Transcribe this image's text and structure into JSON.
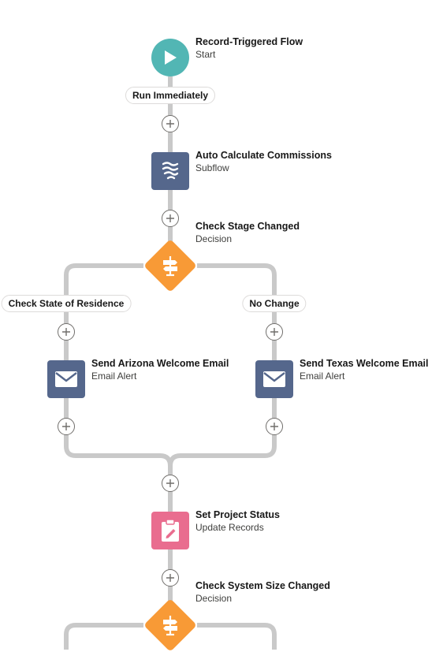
{
  "colors": {
    "connector": "#c9c9c9",
    "start": "#52b6b4",
    "subflow": "#55678c",
    "email_alert": "#55678c",
    "update_records": "#e96d8f",
    "decision": "#f89a36"
  },
  "nodes": {
    "start": {
      "title": "Record-Triggered Flow",
      "subtitle": "Start",
      "icon": "play-icon"
    },
    "subflow": {
      "title": "Auto Calculate Commissions",
      "subtitle": "Subflow",
      "icon": "subflow-icon"
    },
    "decision_stage": {
      "title": "Check Stage Changed",
      "subtitle": "Decision",
      "icon": "decision-icon"
    },
    "email_arizona": {
      "title": "Send Arizona Welcome Email",
      "subtitle": "Email Alert",
      "icon": "envelope-icon"
    },
    "email_texas": {
      "title": "Send Texas Welcome Email",
      "subtitle": "Email Alert",
      "icon": "envelope-icon"
    },
    "update_status": {
      "title": "Set Project Status",
      "subtitle": "Update Records",
      "icon": "clipboard-edit-icon"
    },
    "decision_system": {
      "title": "Check System Size Changed",
      "subtitle": "Decision",
      "icon": "decision-icon"
    }
  },
  "paths": {
    "run_immediately": "Run Immediately",
    "outcome_left": "Check State of Residence",
    "outcome_right": "No Change"
  },
  "add_element_icon": "plus-circle-icon"
}
